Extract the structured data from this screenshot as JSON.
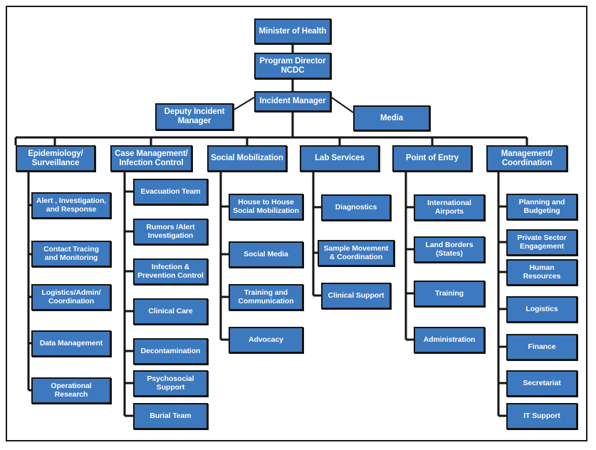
{
  "diagram": {
    "type": "organizational-chart",
    "colors": {
      "node_fill": "#3d79be",
      "node_border": "#141414",
      "connector": "#141414",
      "text": "#ffffff",
      "background": "#ffffff",
      "frame": "#1a1a1a"
    },
    "top": {
      "minister": "Minister of Health",
      "program_director": "Program Director\nNCDC",
      "incident_manager": "Incident Manager",
      "deputy_incident_manager": "Deputy Incident\nManager",
      "media": "Media"
    },
    "columns": [
      {
        "head": "Epidemiology/\nSurveillance",
        "children": [
          "Alert , Investigation,\nand Response",
          "Contact Tracing\nand Monitoring",
          "Logistics/Admin/\nCoordination",
          "Data Management",
          "Operational\nResearch"
        ]
      },
      {
        "head": "Case Management/\nInfection Control",
        "children": [
          "Evacuation Team",
          "Rumors /Alert\nInvestigation",
          "Infection &\nPrevention Control",
          "Clinical Care",
          "Decontamination",
          "Psychosocial\nSupport",
          "Burial Team"
        ]
      },
      {
        "head": "Social Mobilization",
        "children": [
          "House to House\nSocial Mobilization",
          "Social Media",
          "Training and\nCommunication",
          "Advocacy"
        ]
      },
      {
        "head": "Lab Services",
        "children": [
          "Diagnostics",
          "Sample Movement\n& Coordination",
          "Clinical Support"
        ]
      },
      {
        "head": "Point of Entry",
        "children": [
          "International\nAirports",
          "Land Borders\n(States)",
          "Training",
          "Administration"
        ]
      },
      {
        "head": "Management/\nCoordination",
        "children": [
          "Planning and\nBudgeting",
          "Private Sector\nEngagement",
          "Human Resources",
          "Logistics",
          "Finance",
          "Secretariat",
          "IT Support"
        ]
      }
    ]
  }
}
